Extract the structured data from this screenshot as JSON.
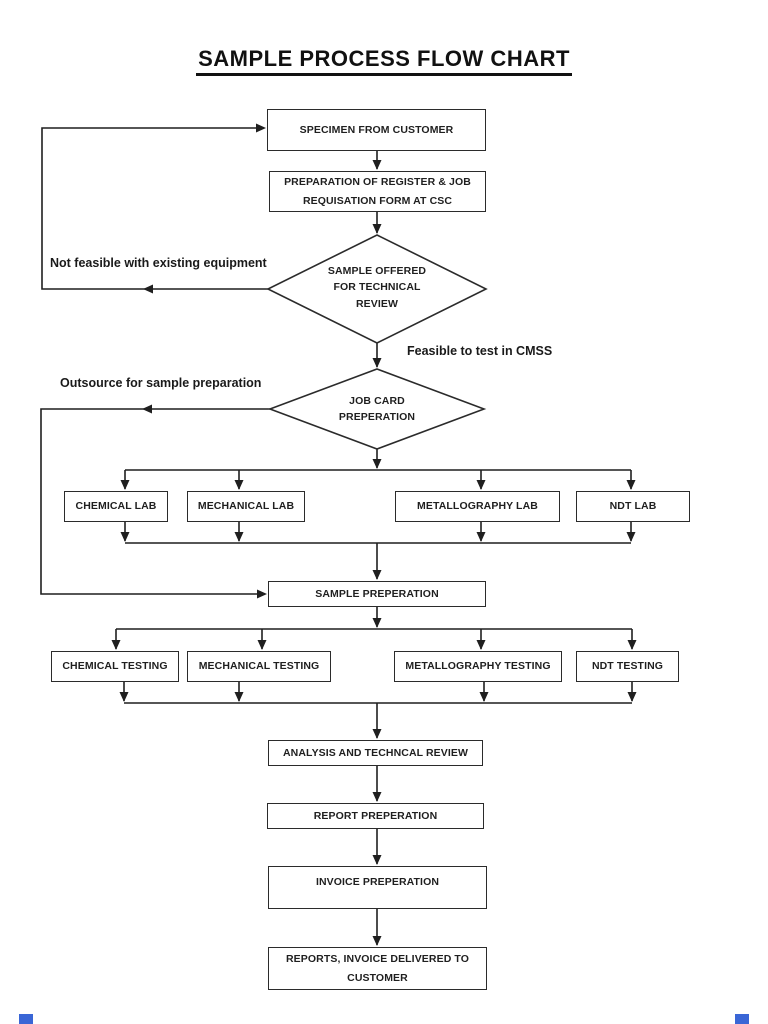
{
  "title": "SAMPLE PROCESS FLOW CHART",
  "nodes": {
    "specimen": {
      "label": "SPECIMEN FROM CUSTOMER",
      "shape": "rectangle"
    },
    "prep_register": {
      "label": "PREPARATION OF REGISTER & JOB REQUISATION FORM AT CSC",
      "shape": "rectangle"
    },
    "sample_offered": {
      "label": "SAMPLE OFFERED FOR TECHNICAL REVIEW",
      "shape": "diamond"
    },
    "job_card": {
      "label": "JOB CARD PREPERATION",
      "shape": "diamond"
    },
    "chemical_lab": {
      "label": "CHEMICAL LAB",
      "shape": "rectangle"
    },
    "mechanical_lab": {
      "label": "MECHANICAL LAB",
      "shape": "rectangle"
    },
    "metallography_lab": {
      "label": "METALLOGRAPHY LAB",
      "shape": "rectangle"
    },
    "ndt_lab": {
      "label": "NDT LAB",
      "shape": "rectangle"
    },
    "sample_preperation": {
      "label": "SAMPLE PREPERATION",
      "shape": "rectangle"
    },
    "chemical_testing": {
      "label": "CHEMICAL TESTING",
      "shape": "rectangle"
    },
    "mechanical_testing": {
      "label": "MECHANICAL TESTING",
      "shape": "rectangle"
    },
    "metallography_testing": {
      "label": "METALLOGRAPHY TESTING",
      "shape": "rectangle"
    },
    "ndt_testing": {
      "label": "NDT TESTING",
      "shape": "rectangle"
    },
    "analysis": {
      "label": "ANALYSIS AND TECHNCAL REVIEW",
      "shape": "rectangle"
    },
    "report": {
      "label": "REPORT PREPERATION",
      "shape": "rectangle"
    },
    "invoice": {
      "label": "INVOICE PREPERATION",
      "shape": "rectangle"
    },
    "reports_delivered": {
      "label": "REPORTS, INVOICE DELIVERED TO CUSTOMER",
      "shape": "rectangle"
    }
  },
  "edge_labels": {
    "not_feasible": "Not feasible with existing equipment",
    "feasible": "Feasible to test in CMSS",
    "outsource": "Outsource for sample preparation"
  },
  "colors": {
    "ink": "#1f1f1f",
    "box_border": "#2b2b2b",
    "background": "#ffffff",
    "page_marker_blue": "#3a66d6"
  }
}
